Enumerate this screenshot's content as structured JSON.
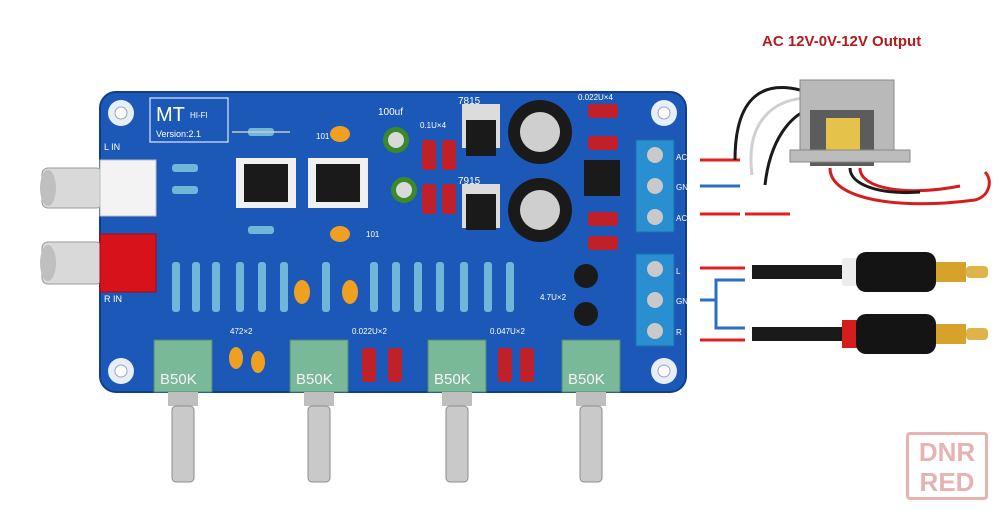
{
  "caption": {
    "transformer": "AC 12V-0V-12V Output"
  },
  "board": {
    "title": "MT",
    "title_sub": "HI-FI",
    "version": "Version:2.1",
    "input_left": "L IN",
    "input_right": "R IN",
    "labels": {
      "cap_100uf": "100uf",
      "reg_7815": "7815",
      "reg_7915": "7915",
      "cap_01u": "0.1U×4",
      "cap_0022u_top": "0.022U×4",
      "res_101_a": "101",
      "res_101_b": "101",
      "cap_472": "472×2",
      "cap_0022u_bottom": "0.022U×2",
      "cap_0047u": "0.047U×2",
      "cap_47u": "4.7U×2",
      "power_terminal": [
        "AC",
        "GND",
        "AC"
      ],
      "output_terminal": [
        "L",
        "GND",
        "R"
      ]
    },
    "potentiometers": [
      "B50K",
      "B50K",
      "B50K",
      "B50K"
    ]
  },
  "colors": {
    "pcb": "#1b58b8",
    "wire_red": "#e0201e",
    "wire_blue": "#2a6fc4",
    "watermark": "#e6b3b3"
  },
  "watermark": {
    "line1": "DNR",
    "line2": "RED"
  }
}
